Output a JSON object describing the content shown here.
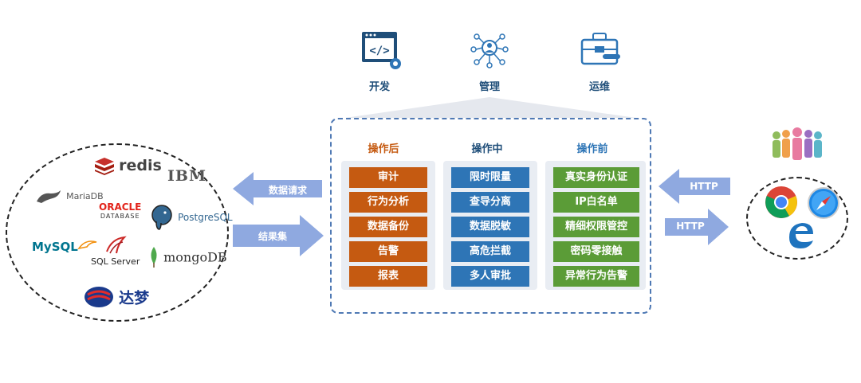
{
  "roles": [
    {
      "label": "开发",
      "icon": "code-window-icon"
    },
    {
      "label": "管理",
      "icon": "network-people-icon"
    },
    {
      "label": "运维",
      "icon": "toolbox-icon"
    }
  ],
  "columns": [
    {
      "title": "操作后",
      "color": "#c55a11",
      "items": [
        "审计",
        "行为分析",
        "数据备份",
        "告警",
        "报表"
      ]
    },
    {
      "title": "操作中",
      "color": "#2e75b6",
      "items": [
        "限时限量",
        "查导分离",
        "数据脱敏",
        "高危拦截",
        "多人审批"
      ]
    },
    {
      "title": "操作前",
      "color": "#5b9c37",
      "items": [
        "真实身份认证",
        "IP白名单",
        "精细权限管控",
        "密码零接触",
        "异常行为告警"
      ]
    }
  ],
  "arrows": {
    "request": "数据请求",
    "result": "结果集",
    "http_in": "HTTP",
    "http_out": "HTTP"
  },
  "databases": {
    "redis": "redis",
    "ibm": "IBM",
    "mariadb": "MariaDB",
    "oracle": "ORACLE",
    "oracle_sub": "DATABASE",
    "postgresql": "PostgreSQL",
    "mysql": "MySQL",
    "sqlserver": "SQL Server",
    "mongodb": "mongoDB",
    "dameng": "达梦"
  },
  "colors": {
    "accent_blue": "#1f4e79",
    "arrow_blue": "#8fa9e0",
    "orange": "#c55a11",
    "blue": "#2e75b6",
    "green": "#5b9c37"
  }
}
